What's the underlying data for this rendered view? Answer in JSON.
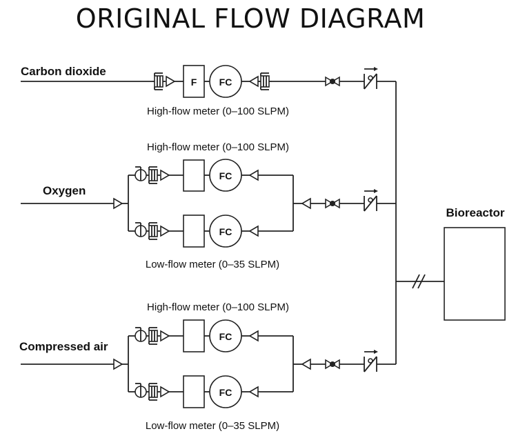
{
  "title": "ORIGINAL FLOW DIAGRAM",
  "inputs": {
    "co2": "Carbon dioxide",
    "oxygen": "Oxygen",
    "air": "Compressed air"
  },
  "bioreactor": "Bioreactor",
  "meters": {
    "co2_high": "High-flow meter (0–100 SLPM)",
    "o2_high": "High-flow meter (0–100 SLPM)",
    "o2_low": "Low-flow meter (0–35 SLPM)",
    "air_high": "High-flow meter (0–100 SLPM)",
    "air_low": "Low-flow meter (0–35 SLPM)"
  },
  "symbols": {
    "flow_element": "F",
    "flow_controller": "FC"
  }
}
